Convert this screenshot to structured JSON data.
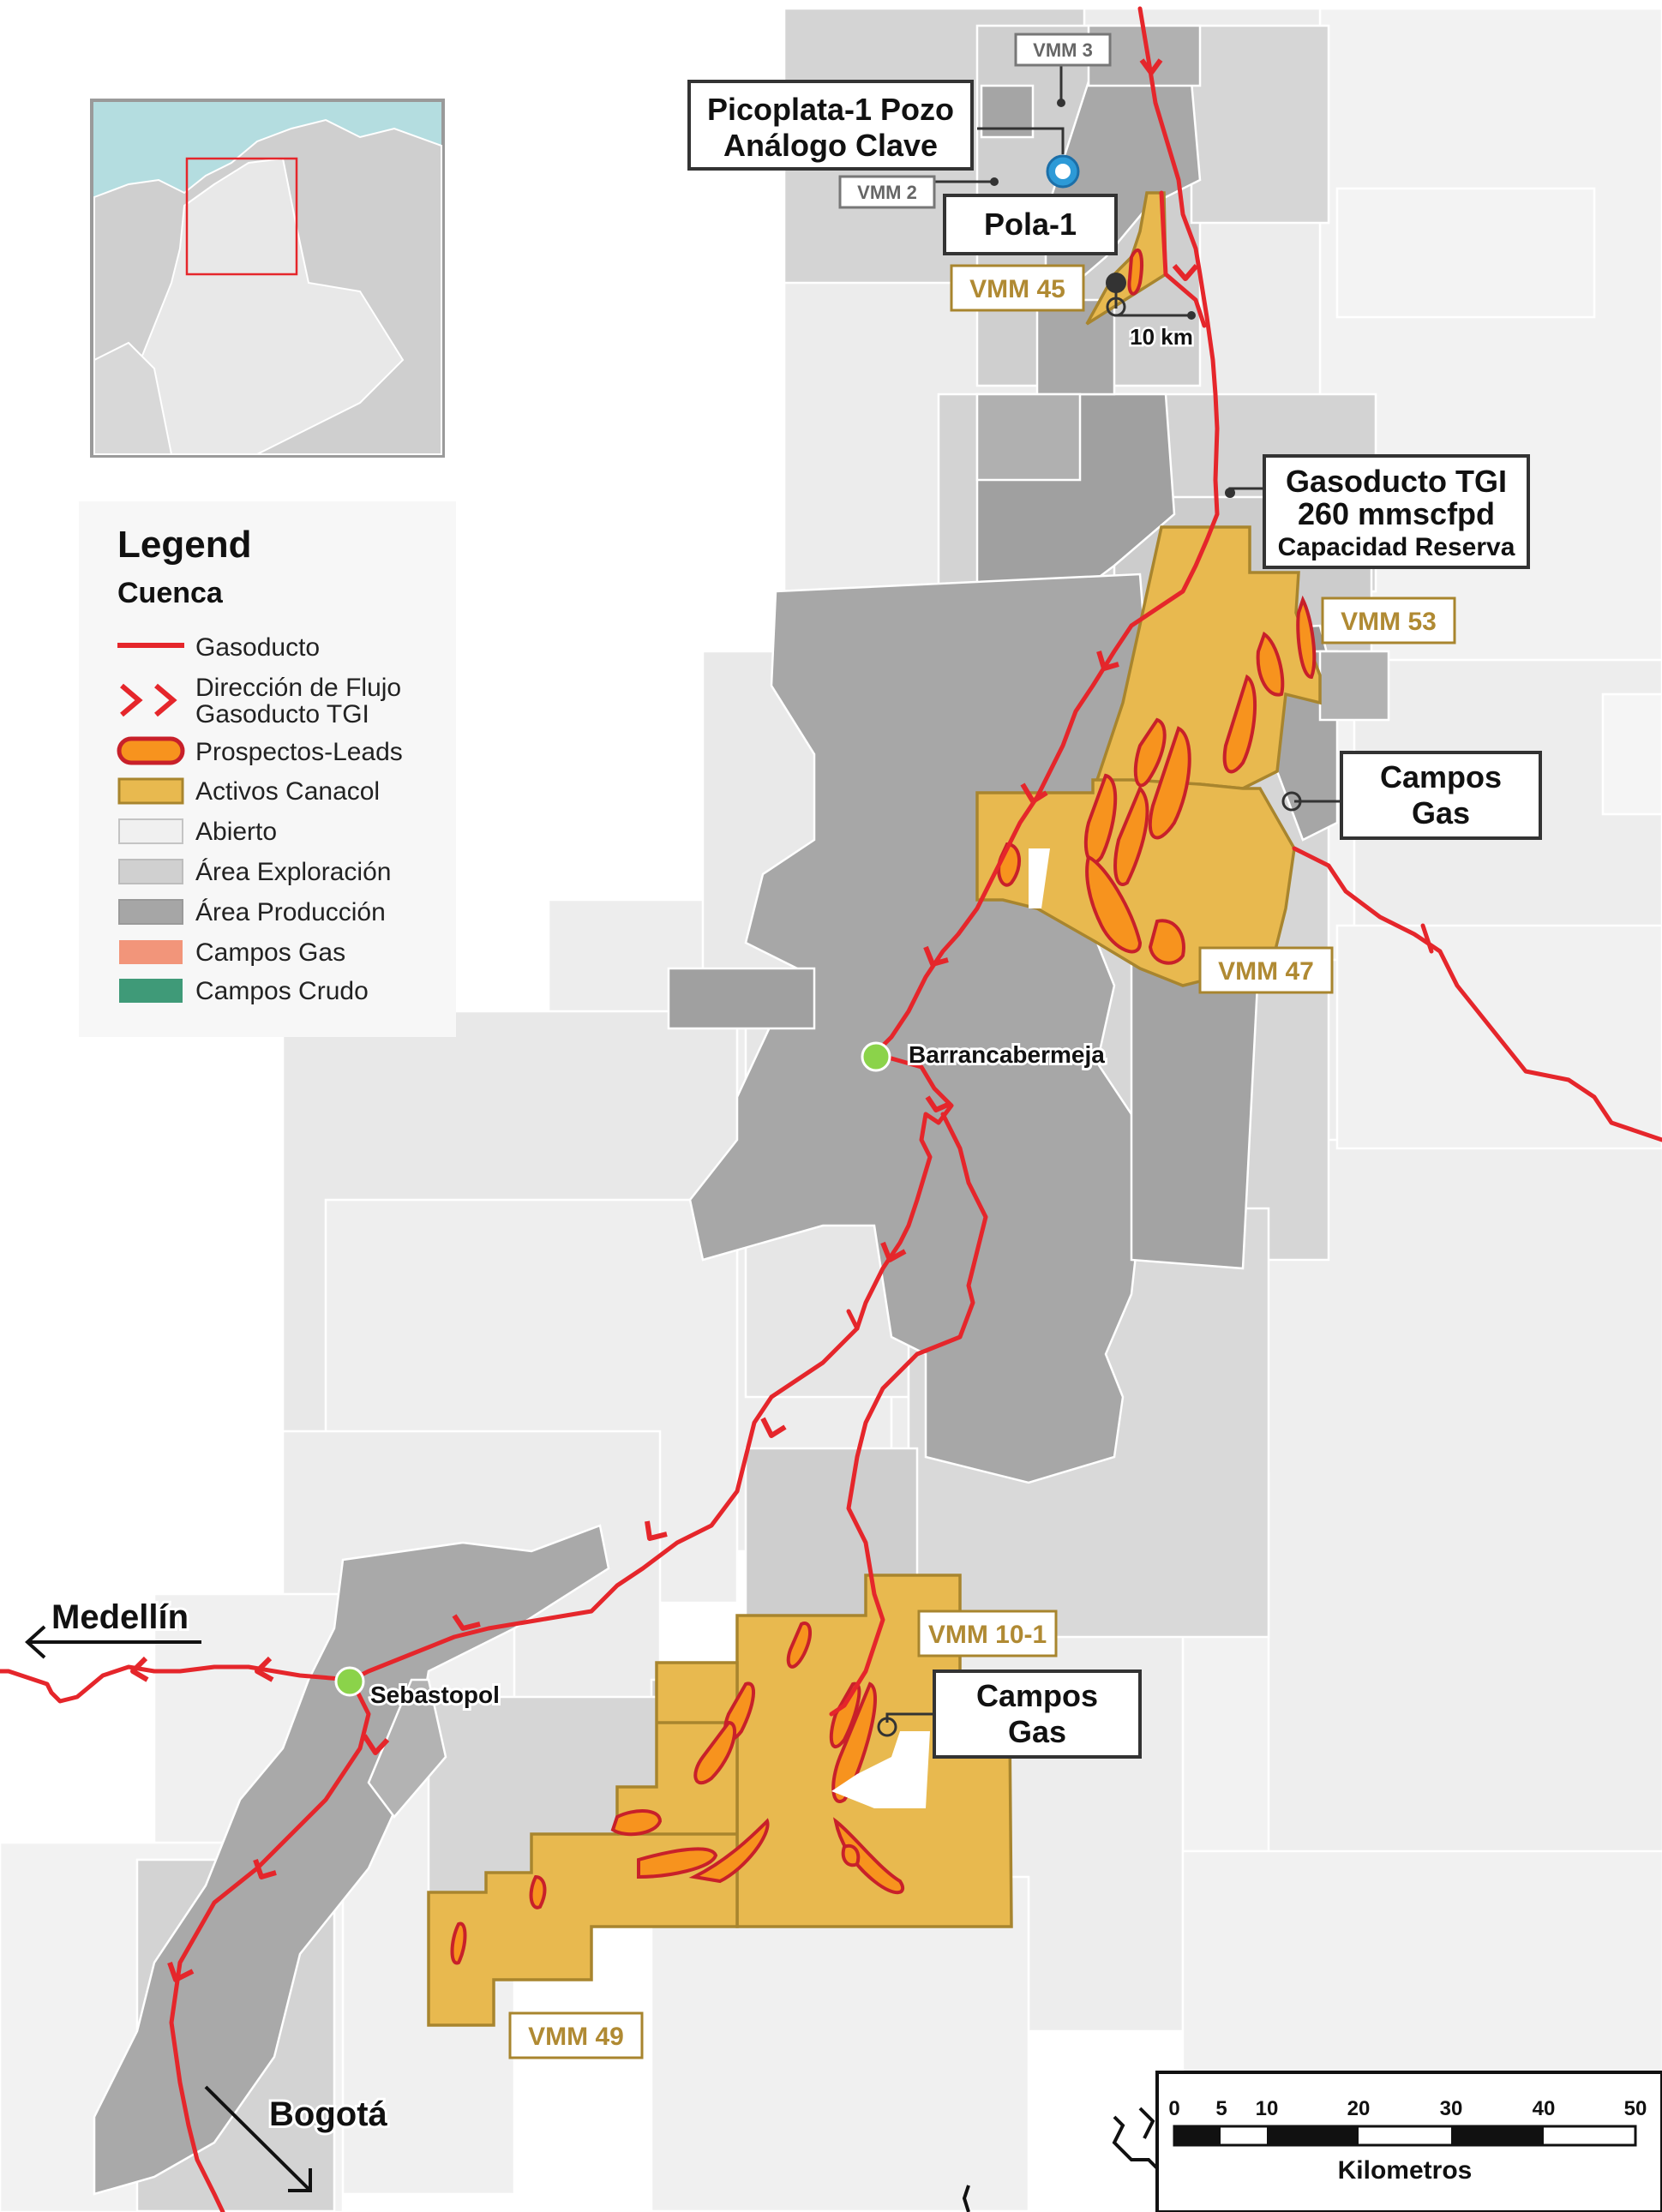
{
  "legend": {
    "title": "Legend",
    "subtitle": "Cuenca",
    "items": [
      {
        "label": "Gasoducto",
        "kind": "line",
        "color": "#e5262b"
      },
      {
        "label": "Dirección de Flujo",
        "label2": "Gasoducto TGI",
        "kind": "chevrons",
        "color": "#e5262b"
      },
      {
        "label": "Prospectos-Leads",
        "kind": "lead",
        "color": "#f7931e"
      },
      {
        "label": "Activos Canacol",
        "kind": "box",
        "color": "#e8b94f"
      },
      {
        "label": "Abierto",
        "kind": "box",
        "color": "#f0f0f0"
      },
      {
        "label": "Área Exploración",
        "kind": "box",
        "color": "#d0d0d0"
      },
      {
        "label": "Área Producción",
        "kind": "box",
        "color": "#a6a6a6"
      },
      {
        "label": "Campos Gas",
        "kind": "box",
        "color": "#f2957a"
      },
      {
        "label": "Campos Crudo",
        "kind": "box",
        "color": "#3f9a78"
      }
    ]
  },
  "callouts": {
    "picoplata_l1": "Picoplata-1 Pozo",
    "picoplata_l2": "Análogo Clave",
    "pola": "Pola-1",
    "tgi_l1": "Gasoducto TGI",
    "tgi_l2": "260 mmscfpd",
    "tgi_l3": "Capacidad Reserva",
    "campos_gas_1_l1": "Campos",
    "campos_gas_1_l2": "Gas",
    "campos_gas_2_l1": "Campos",
    "campos_gas_2_l2": "Gas"
  },
  "blocks": {
    "vmm3": "VMM 3",
    "vmm2": "VMM 2",
    "vmm45": "VMM 45",
    "vmm53": "VMM 53",
    "vmm47": "VMM 47",
    "vmm10": "VMM 10-1",
    "vmm49": "VMM 49"
  },
  "places": {
    "barranca": "Barrancabermeja",
    "sebastopol": "Sebastopol",
    "medellin": "Medellín",
    "bogota": "Bogotá",
    "ten_km": "10 km"
  },
  "scale": {
    "ticks": [
      "0",
      "5",
      "10",
      "20",
      "30",
      "40",
      "50"
    ],
    "title": "Kilometros"
  },
  "colors": {
    "pipeline": "#e5262b",
    "canacol": "#e8b94f",
    "canacol_border": "#a8852e",
    "lead": "#f7931e",
    "open": "#f0f0f0",
    "exploration": "#d0d0d0",
    "production": "#a6a6a6",
    "town": "#8bd34a",
    "inset_sea": "#b4dde0"
  }
}
